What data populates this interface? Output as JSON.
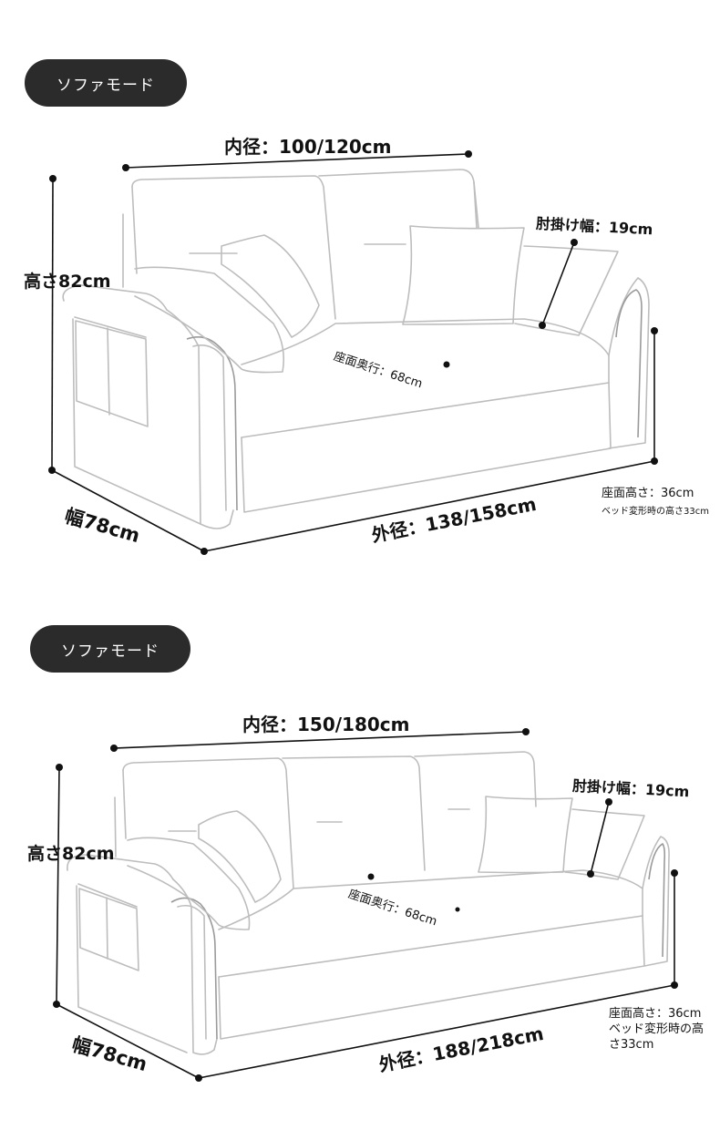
{
  "sections": [
    {
      "mode_label": "ソファモード",
      "inner": "内径：100/120cm",
      "height": "高さ82cm",
      "arm": "肘掛け幅：19cm",
      "seat_depth": "座面奥行：68cm",
      "depth": "幅78cm",
      "outer": "外径：138/158cm",
      "seat_height": "座面高さ：36cm",
      "bed_height": "ベッド変形時の高さ33cm"
    },
    {
      "mode_label": "ソファモード",
      "inner": "内径：150/180cm",
      "height": "高さ82cm",
      "arm": "肘掛け幅：19cm",
      "seat_depth": "座面奥行：68cm",
      "depth": "幅78cm",
      "outer": "外径：188/218cm",
      "seat_height": "座面高さ：36cm",
      "bed_height_line1": "ベッド変形時の高",
      "bed_height_line2": "さ33cm"
    }
  ]
}
